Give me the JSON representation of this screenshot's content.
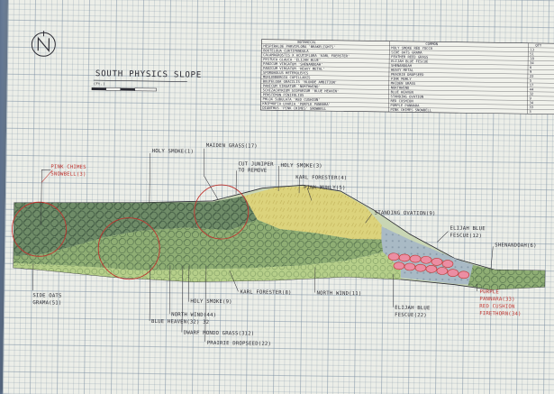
{
  "title": "SOUTH PHYSICS SLOPE",
  "scale_note": "(Ft.)",
  "north_symbol": "N",
  "botanical_table": {
    "headers": [
      "BOTANICAL",
      "COMMON",
      "QTY"
    ],
    "rows": [
      [
        "HESPERALOE PARVIFLORA 'BRAKELIGHTS'",
        "HOLY SMOKE RED YUCCA",
        "13"
      ],
      [
        "BOUTELOUA CURTIPENDULA",
        "SIDE OATS GRAMA",
        "51"
      ],
      [
        "CALAMAGROSTIS X ACUTIFLORA 'KARL FOERSTER'",
        "FEATHER REED GRASS",
        "18"
      ],
      [
        "FESTUCA GLAUCA 'ELIJAH BLUE'",
        "ELIJAH BLUE FESCUE",
        "34"
      ],
      [
        "PANICUM VIRGATUM 'SHENANDOAH'",
        "SHENANDOAH",
        "6"
      ],
      [
        "PANICUM VIRGATUM 'HEAVY METAL'",
        "HEAVY METAL",
        "9"
      ],
      [
        "SPOROBOLUS HETEROLEPIS",
        "PRAIRIE DROPSEED",
        "22"
      ],
      [
        "MUHLENBERGIA CAPILLARIS",
        "PINK MUHLY",
        "5"
      ],
      [
        "BOUTELOUA GRACILIS 'BLONDE AMBITION'",
        "MAIDEN GRASS",
        "17"
      ],
      [
        "PANICUM VIRGATUM 'NORTHWIND'",
        "NORTHWIND",
        "44"
      ],
      [
        "SCHIZACHYRIUM SCOPARIUM 'BLUE HEAVEN'",
        "BLUE HEAVEN",
        "32"
      ],
      [
        "PENSTEMON PINIFOLIUS",
        "STANDING OVATION",
        "9"
      ],
      [
        "PHLOX SUBULATA 'RED CUSHION'",
        "RED CUSHION",
        "34"
      ],
      [
        "KNIPHOFIA UVARIA 'PURPLE PANNARA'",
        "PURPLE PANNARA",
        "33"
      ],
      [
        "DIANTHUS 'PINK CHIMES' SNOWBELL",
        "PINK CHIMES SNOWBELL",
        "3"
      ]
    ]
  },
  "labels": {
    "pink_chimes": "PINK CHIMES",
    "snowbell": "SNOWBELL(3)",
    "holy_smoke_1": "HOLY SMOKE(1)",
    "maiden_grass": "MAIDEN GRASS(17)",
    "cut_juniper_1": "CUT JUNIPER",
    "cut_juniper_2": "TO REMOVE",
    "holy_smoke_3": "HOLY SMOKE(3)",
    "karl_forester_4": "KARL FORESTER(4)",
    "pink_muhly": "PINK MUHLY(5)",
    "standing_ovation": "STANDING OVATION(9)",
    "elijah_blue_top_1": "ELIJAH BLUE",
    "elijah_blue_top_2": "FESCUE(12)",
    "shenandoah": "SHENANDOAH(6)",
    "side_oats_1": "SIDE OATS",
    "side_oats_2": "GRAMA(51)",
    "holy_smoke_9": "HOLY SMOKE(9)",
    "karl_forester_8": "KARL FORESTER(8)",
    "north_wind_top": "NORTH WIND(11)",
    "north_wind": "NORTH WIND(44)",
    "blue_heaven": "BLUE HEAVEN(32) 32",
    "dwarf_mondo": "DWARF MONDO GRASS(312)",
    "prairie_dropseed": "PRAIRIE DROPSEED(22)",
    "elijah_blue_bot_1": "ELIJAH BLUE",
    "elijah_blue_bot_2": "FESCUE(22)",
    "purple_pannara_1": "PURPLE",
    "purple_pannara_2": "PANNARA(33)",
    "red_cushion": "RED CUSHION",
    "firethorn": "FIRETHORN(34)"
  },
  "colors": {
    "ink": "#2b2b33",
    "red_ink": "#c0332e",
    "dark_green": "#5b7a58",
    "light_green": "#9fbf7a",
    "yellow_green": "#d6d27a",
    "blue_grey": "#9fb3c4",
    "pink": "#e55a78"
  }
}
